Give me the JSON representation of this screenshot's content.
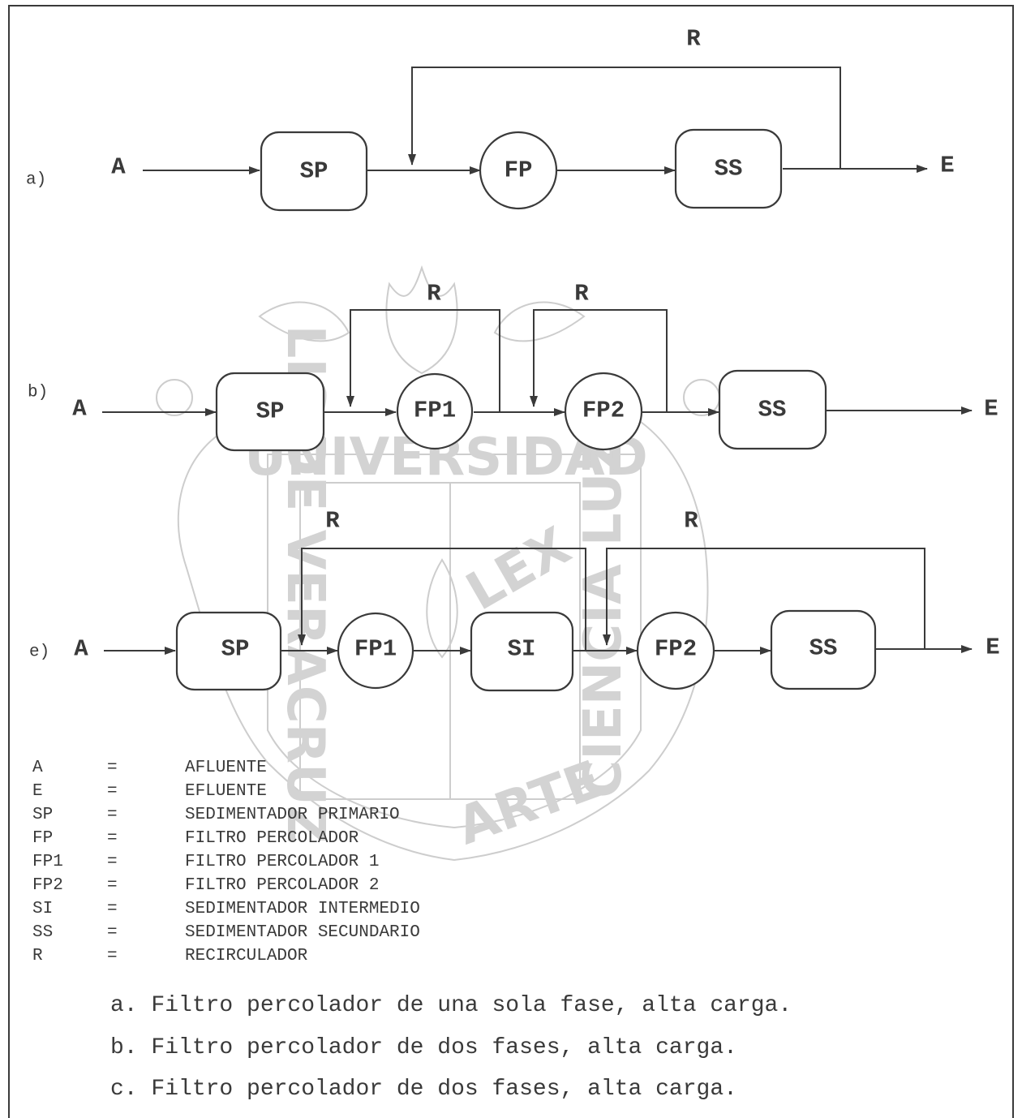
{
  "diagram_a": {
    "row_label": "a)",
    "input": "A",
    "output": "E",
    "nodes": [
      "SP",
      "FP",
      "SS"
    ],
    "recirculation": [
      "R"
    ]
  },
  "diagram_b": {
    "row_label": "b)",
    "input": "A",
    "output": "E",
    "nodes": [
      "SP",
      "FP1",
      "FP2",
      "SS"
    ],
    "recirculation": [
      "R",
      "R"
    ]
  },
  "diagram_c": {
    "row_label": "e)",
    "input": "A",
    "output": "E",
    "nodes": [
      "SP",
      "FP1",
      "SI",
      "FP2",
      "SS"
    ],
    "recirculation": [
      "R",
      "R"
    ]
  },
  "legend": [
    {
      "abbr": "A",
      "eq": "=",
      "desc": "AFLUENTE"
    },
    {
      "abbr": "E",
      "eq": "=",
      "desc": "EFLUENTE"
    },
    {
      "abbr": "SP",
      "eq": "=",
      "desc": "SEDIMENTADOR PRIMARIO"
    },
    {
      "abbr": "FP",
      "eq": "=",
      "desc": "FILTRO PERCOLADOR"
    },
    {
      "abbr": "FP1",
      "eq": "=",
      "desc": "FILTRO PERCOLADOR 1"
    },
    {
      "abbr": "FP2",
      "eq": "=",
      "desc": "FILTRO PERCOLADOR 2"
    },
    {
      "abbr": "SI",
      "eq": "=",
      "desc": "SEDIMENTADOR INTERMEDIO"
    },
    {
      "abbr": "SS",
      "eq": "=",
      "desc": "SEDIMENTADOR SECUNDARIO"
    },
    {
      "abbr": "R",
      "eq": "=",
      "desc": "RECIRCULADOR"
    }
  ],
  "captions": [
    "a. Filtro percolador de una sola fase, alta carga.",
    "b. Filtro percolador de dos fases, alta carga.",
    "c. Filtro percolador de dos fases, alta carga."
  ],
  "watermark": {
    "text_top": "UNIVERSIDAD",
    "text_left": "LIS DE VERACRUZ",
    "text_bottom": "ARTE",
    "text_right": "CIENCIA LUZ",
    "motto": "LEX"
  }
}
